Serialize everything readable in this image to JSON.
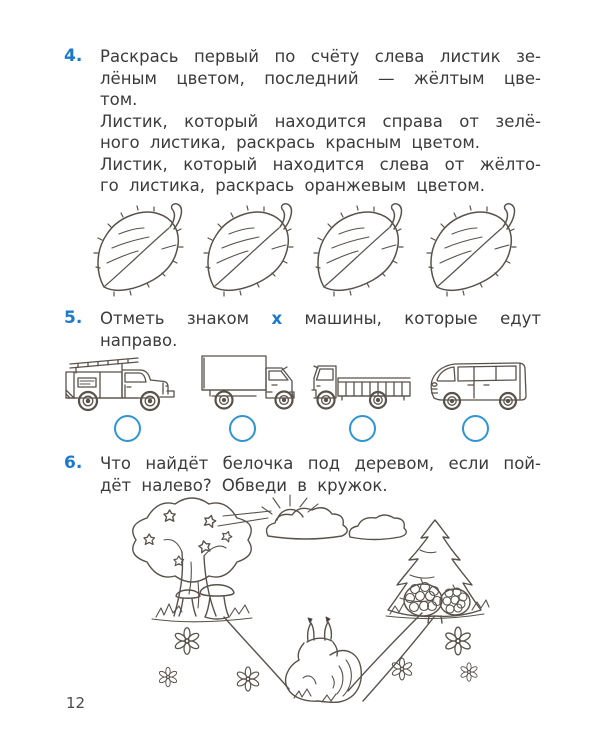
{
  "page": {
    "number": "12"
  },
  "colors": {
    "accent_blue": "#1b79cb",
    "answer_circle_blue": "#2f95d3",
    "text_ink": "#3b3b3b",
    "line_art": "#59524b"
  },
  "task4": {
    "number": "4.",
    "lines": [
      "Раскрась первый по счёту слева листик зе-",
      "лёным цветом, последний — жёлтым цве-",
      "том.",
      "Листик, который находится справа от зелё-",
      "ного листика, раскрась красным цветом.",
      "Листик, который находится слева от жёлто-",
      "го листика, раскрась оранжевым цветом."
    ]
  },
  "task5": {
    "number": "5.",
    "line1_a": "Отметь знаком",
    "x_mark": "х",
    "line1_b": "машины, которые едут",
    "line2": "направо."
  },
  "task6": {
    "number": "6.",
    "lines": [
      "Что найдёт белочка под деревом, если пой-",
      "дёт налево? Обведи в кружок."
    ]
  },
  "figures": {
    "leaves_count": 4,
    "leaf_icon": "leaf-outline",
    "vehicles": [
      "fire-truck",
      "box-truck",
      "flatbed-truck",
      "van"
    ],
    "answer_circles": 4,
    "scene_items": [
      "oak-tree",
      "mushrooms",
      "sun",
      "clouds",
      "fir-tree",
      "pine-cones",
      "squirrel",
      "paths",
      "daisies"
    ]
  }
}
